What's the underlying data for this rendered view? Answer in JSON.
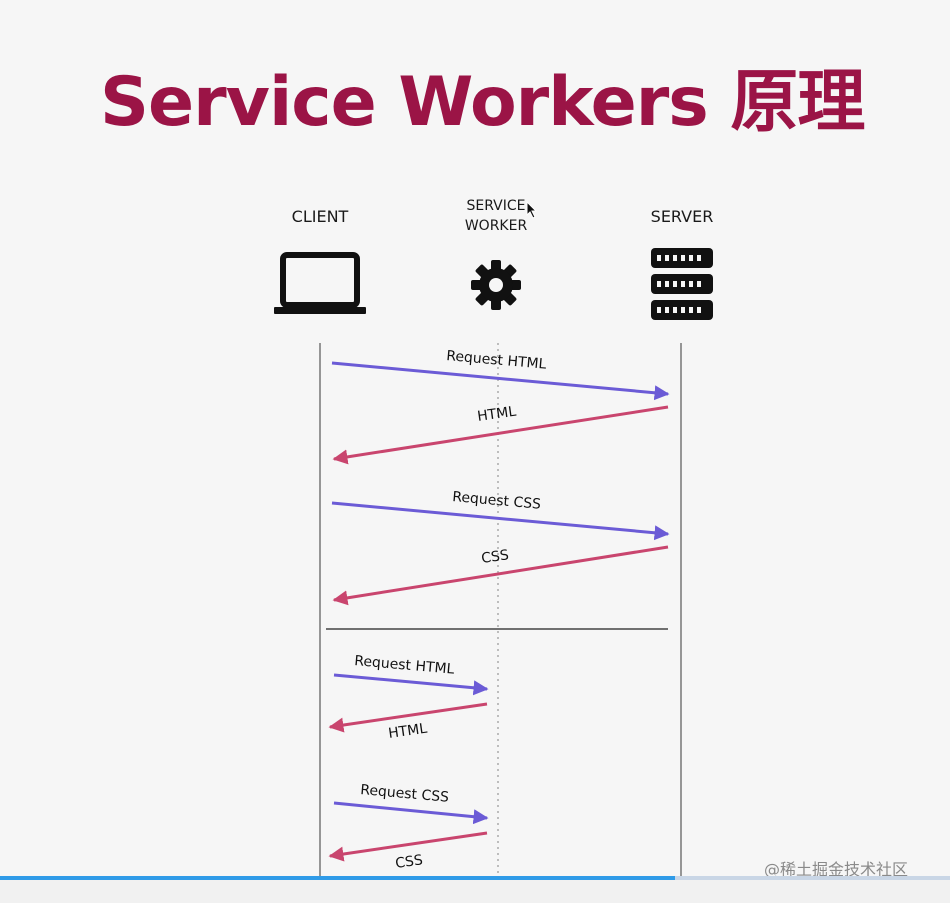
{
  "title": "Service Workers 原理",
  "actors": {
    "client": "CLIENT",
    "service_worker_line1": "SERVICE",
    "service_worker_line2": "WORKER",
    "server": "SERVER"
  },
  "icons": {
    "client": "laptop-icon",
    "service_worker": "gear-icon",
    "server": "server-rack-icon"
  },
  "messages": {
    "m1": "Request HTML",
    "m2": "HTML",
    "m3": "Request CSS",
    "m4": "CSS",
    "m5": "Request HTML",
    "m6": "HTML",
    "m7": "Request CSS",
    "m8": "CSS"
  },
  "colors": {
    "title": "#9b1446",
    "request_arrow": "#6b5bd6",
    "response_arrow": "#c9456e"
  },
  "watermark": "@稀土掘金技术社区",
  "video_progress": 0.71
}
